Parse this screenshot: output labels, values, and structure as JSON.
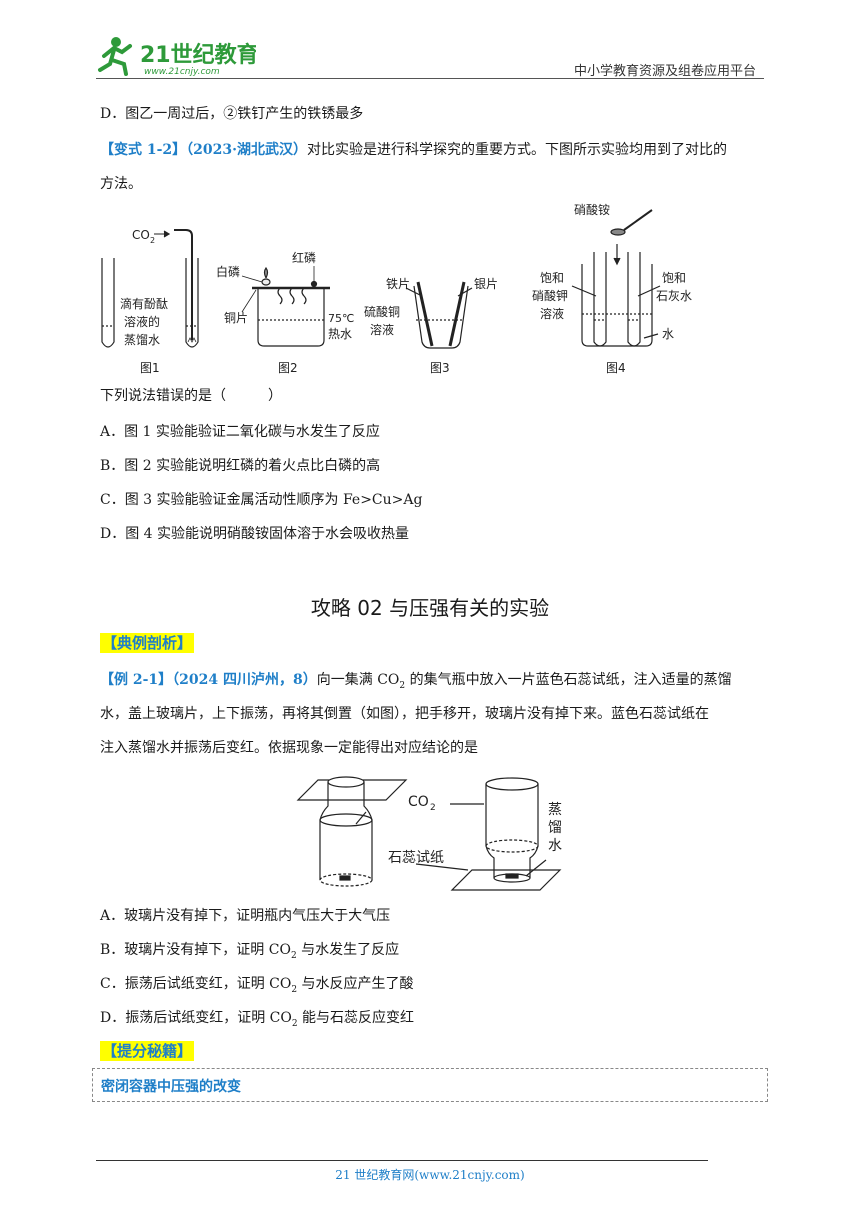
{
  "header": {
    "logo_text": "21世纪教育",
    "logo_url": "www.21cnjy.com",
    "right": "中小学教育资源及组卷应用平台"
  },
  "q_prev": {
    "option_d": "D．图乙一周过后，②铁钉产生的铁锈最多"
  },
  "variant": {
    "tag": "【变式 1-2】",
    "source": "（2023·湖北武汉）",
    "text_line1": "对比实验是进行科学探究的重要方式。下图所示实验均用到了对比的",
    "text_line2": "方法。",
    "fig1": {
      "co2": "CO",
      "co2_sub": "2",
      "label1": "滴有酚酞",
      "label2": "溶液的",
      "label3": "蒸馏水",
      "caption": "图1"
    },
    "fig2": {
      "white_p": "白磷",
      "red_p": "红磷",
      "copper": "铜片",
      "temp": "75℃",
      "hot_water": "热水",
      "caption": "图2"
    },
    "fig3": {
      "iron": "铁片",
      "silver": "银片",
      "cuso4_1": "硫酸铜",
      "cuso4_2": "溶液",
      "caption": "图3"
    },
    "fig4": {
      "nh4no3": "硝酸铵",
      "kno3_1": "饱和",
      "kno3_2": "硝酸钾",
      "kno3_3": "溶液",
      "lime_1": "饱和",
      "lime_2": "石灰水",
      "water": "水",
      "caption": "图4"
    },
    "question": "下列说法错误的是（　　　）",
    "options": [
      "A．图 1 实验能验证二氧化碳与水发生了反应",
      "B．图 2 实验能说明红磷的着火点比白磷的高",
      "C．图 3 实验能验证金属活动性顺序为 Fe>Cu>Ag",
      "D．图 4 实验能说明硝酸铵固体溶于水会吸收热量"
    ]
  },
  "section": {
    "title": "攻略 02  与压强有关的实验",
    "example_tag": "【典例剖析】"
  },
  "example": {
    "tag": "【例 2-1】",
    "source": "（2024 四川泸州，8）",
    "line1_a": "向一集满 CO",
    "line1_sub": "2",
    "line1_b": " 的集气瓶中放入一片蓝色石蕊试纸，注入适量的蒸馏",
    "line2": "水，盖上玻璃片，上下振荡，再将其倒置（如图），把手移开，玻璃片没有掉下来。蓝色石蕊试纸在",
    "line3": "注入蒸馏水并振荡后变红。依据现象一定能得出对应结论的是",
    "fig": {
      "co2": "CO",
      "co2_sub": "2",
      "litmus": "石蕊试纸",
      "water1": "蒸",
      "water2": "馏",
      "water3": "水"
    },
    "options": [
      {
        "a": "A．玻璃片没有掉下，证明瓶内气压大于大气压",
        "sub": "",
        "b": ""
      },
      {
        "a": "B．玻璃片没有掉下，证明 CO",
        "sub": "2",
        "b": " 与水发生了反应"
      },
      {
        "a": "C．振荡后试纸变红，证明 CO",
        "sub": "2",
        "b": " 与水反应产生了酸"
      },
      {
        "a": "D．振荡后试纸变红，证明 CO",
        "sub": "2",
        "b": " 能与石蕊反应变红"
      }
    ]
  },
  "tips": {
    "tag": "【提分秘籍】",
    "box_text": "密闭容器中压强的改变"
  },
  "footer": {
    "text": "21 世纪教育网(www.21cnjy.com)"
  }
}
